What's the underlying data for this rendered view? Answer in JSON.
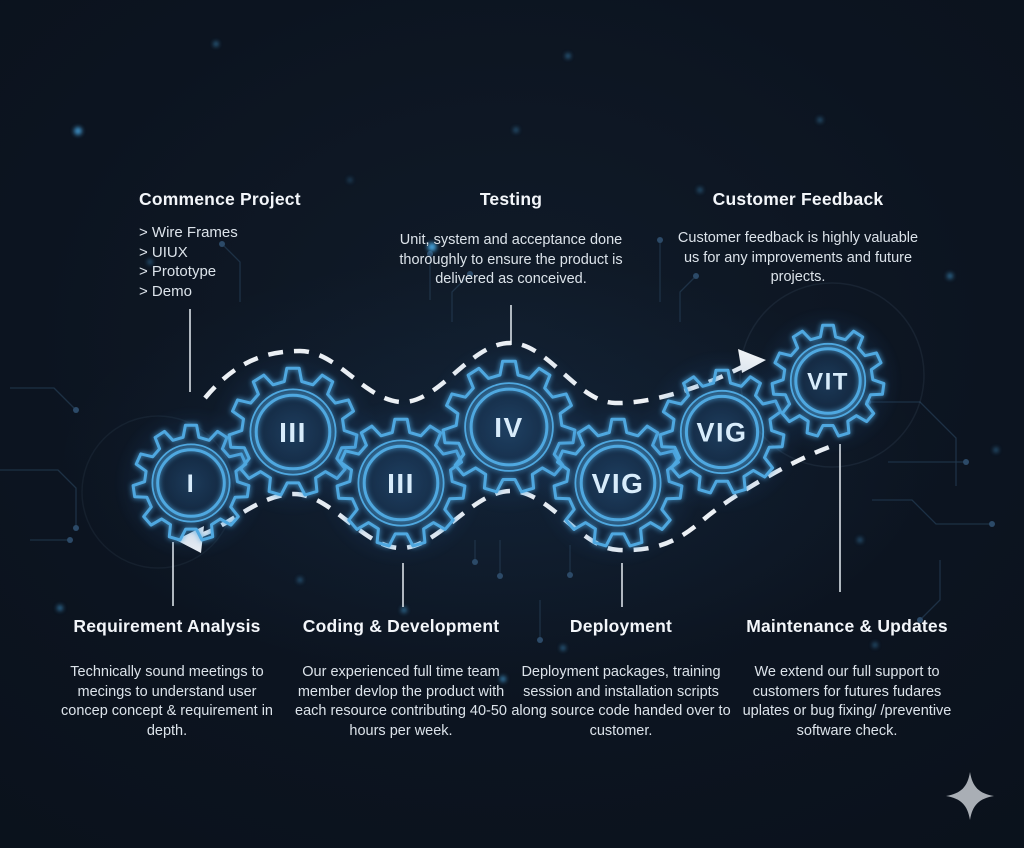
{
  "colors": {
    "background": "#0c1420",
    "accent": "#4fa8e0",
    "dash": "#edf1f5",
    "text": "#e9eef4"
  },
  "top_sections": {
    "commence": {
      "title": "Commence Project",
      "items": [
        "> Wire Frames",
        "> UIUX",
        "> Prototype",
        "> Demo"
      ]
    },
    "testing": {
      "title": "Testing",
      "description": "Unit, system and acceptance done thoroughly to ensure the product is delivered as conceived."
    },
    "customer_feedback": {
      "title": "Customer Feedback",
      "description": "Customer feedback is highly valuable us for any improvements and future projects."
    }
  },
  "bottom_sections": {
    "requirement": {
      "title": "Requirement Analysis",
      "description": "Technically sound meetings to mecings to understand user concep concept & requirement in depth."
    },
    "coding": {
      "title": "Coding & Development",
      "description": "Our experienced full time team member devlop the product with each resource contributing 40-50 hours per week."
    },
    "deployment": {
      "title": "Deployment",
      "description": "Deployment packages, training session and installation scripts along source code handed over to customer."
    },
    "maintenance": {
      "title": "Maintenance & Updates",
      "description": "We extend our full support to customers for futures fudares uplates or bug fixing/ /preventive software check."
    }
  },
  "gears": {
    "g1": "I",
    "g2": "III",
    "g3": "III",
    "g4": "IV",
    "g5": "VIG",
    "g6": "VIG",
    "g7": "VIT"
  },
  "icons": {
    "sparkle": "four-pointed-star"
  }
}
